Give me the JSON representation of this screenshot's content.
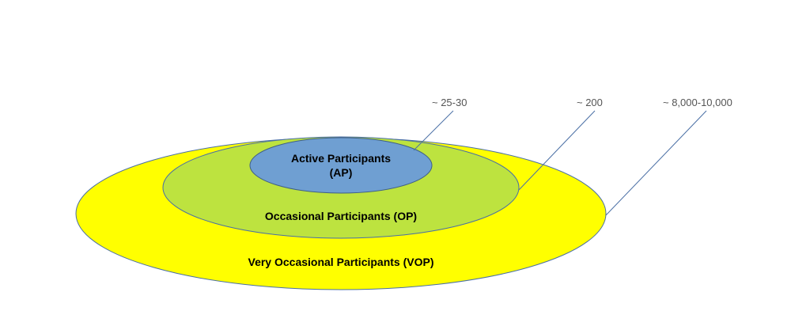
{
  "diagram": {
    "outer": {
      "label": "Very Occasional Participants (VOP)",
      "count": "~ 8,000-10,000",
      "fill": "#ffff00",
      "stroke": "#4a6fa5"
    },
    "middle": {
      "label": "Occasional Participants (OP)",
      "count": "~ 200",
      "fill": "#bde33f",
      "stroke": "#4a6fa5"
    },
    "inner": {
      "label_line1": "Active Participants",
      "label_line2": "(AP)",
      "count": "~ 25-30",
      "fill": "#6f9fd2",
      "stroke": "#3f5f85"
    }
  }
}
